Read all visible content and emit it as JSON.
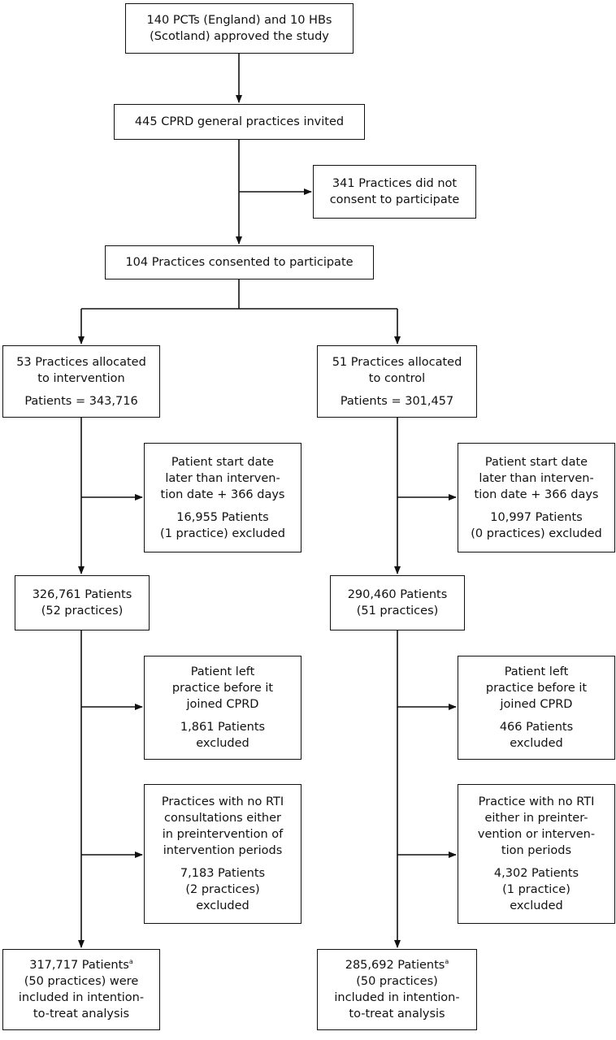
{
  "approved": {
    "lines": [
      "140 PCTs (England) and 10 HBs",
      "(Scotland) approved the study"
    ]
  },
  "invited": {
    "lines": [
      "445 CPRD general practices invited"
    ]
  },
  "not_consent": {
    "lines": [
      "341 Practices did not",
      "consent to participate"
    ]
  },
  "consented": {
    "lines": [
      "104 Practices consented to participate"
    ]
  },
  "intervention": {
    "allocated": {
      "lines": [
        "53 Practices allocated",
        "to intervention"
      ],
      "patients": "Patients = 343,716"
    },
    "excl_start": {
      "lines": [
        "Patient start date",
        "later than interven-",
        "tion date + 366 days"
      ],
      "detail": [
        "16,955 Patients",
        "(1 practice) excluded"
      ]
    },
    "remaining": {
      "lines": [
        "326,761 Patients",
        "(52 practices)"
      ]
    },
    "excl_left": {
      "lines": [
        "Patient left",
        "practice before it",
        "joined CPRD"
      ],
      "detail": [
        "1,861 Patients",
        "excluded"
      ]
    },
    "excl_rti": {
      "lines": [
        "Practices with no RTI",
        "consultations either",
        "in preintervention of",
        "intervention periods"
      ],
      "detail": [
        "7,183 Patients",
        "(2 practices)",
        "excluded"
      ]
    },
    "final": {
      "lines": [
        "317,717 Patients",
        "(50 practices) were",
        "included in intention-",
        "to-treat analysis"
      ],
      "footnote": "a"
    }
  },
  "control": {
    "allocated": {
      "lines": [
        "51 Practices allocated",
        "to control"
      ],
      "patients": "Patients = 301,457"
    },
    "excl_start": {
      "lines": [
        "Patient start date",
        "later than interven-",
        "tion date + 366 days"
      ],
      "detail": [
        "10,997 Patients",
        "(0 practices) excluded"
      ]
    },
    "remaining": {
      "lines": [
        "290,460 Patients",
        "(51 practices)"
      ]
    },
    "excl_left": {
      "lines": [
        "Patient left",
        "practice before it",
        "joined CPRD"
      ],
      "detail": [
        "466 Patients",
        "excluded"
      ]
    },
    "excl_rti": {
      "lines": [
        "Practice with no RTI",
        "either in preinter-",
        "vention or interven-",
        "tion periods"
      ],
      "detail": [
        "4,302 Patients",
        "(1 practice)",
        "excluded"
      ]
    },
    "final": {
      "lines": [
        "285,692 Patients",
        "(50 practices)",
        "included in intention-",
        "to-treat analysis"
      ],
      "footnote": "a"
    }
  }
}
